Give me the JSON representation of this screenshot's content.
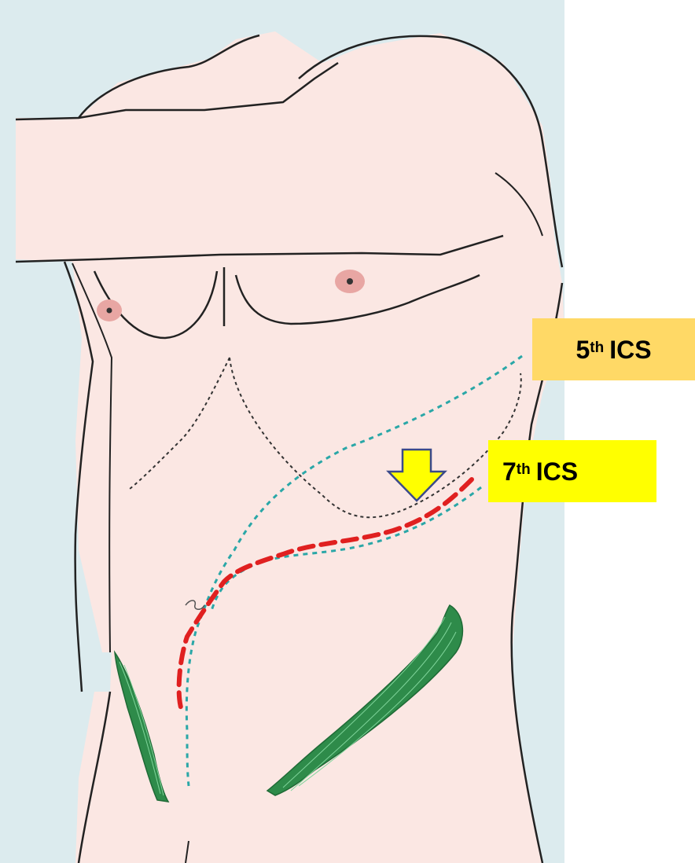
{
  "labels": {
    "fifth": {
      "number": "5",
      "suffix": "th",
      "abbr": "ICS",
      "bg": "#ffd966"
    },
    "seventh": {
      "number": "7",
      "suffix": "th",
      "abbr": "ICS",
      "bg": "#ffff00"
    }
  },
  "colors": {
    "background": "#dcebee",
    "skin": "#fbe7e3",
    "outline": "#222222",
    "nipple": "#e8a6a3",
    "rib_margin_line": "#333333",
    "teal_line": "#2aa7a7",
    "incision": "#e02020",
    "arrow": "#ffff00",
    "arrow_outline": "#3b4a8a",
    "muscle": "#2e8b4a"
  },
  "icons": [
    "down-arrow-icon"
  ]
}
